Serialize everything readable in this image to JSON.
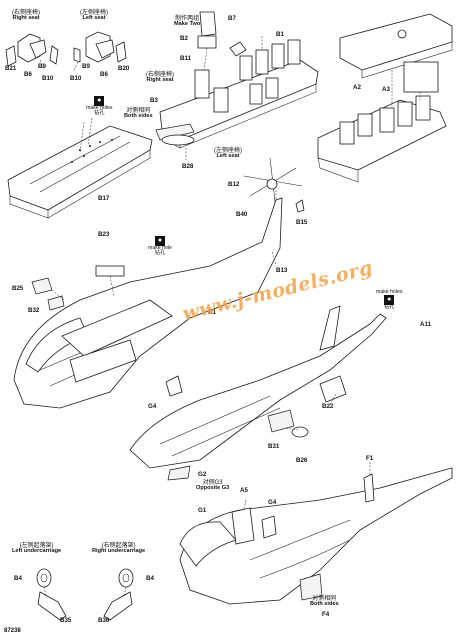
{
  "parts": {
    "b21": "B21",
    "b6_l": "B6",
    "b9_l": "B9",
    "b10_l": "B10",
    "b10_r": "B10",
    "b9_r": "B9",
    "b6_r": "B6",
    "b20": "B20",
    "b17": "B17",
    "b2": "B2",
    "b7": "B7",
    "b11": "B11",
    "b1": "B1",
    "b3": "B3",
    "b28": "B28",
    "a2": "A2",
    "a3": "A3",
    "b12": "B12",
    "b40": "B40",
    "b15": "B15",
    "b23": "B23",
    "b25": "B25",
    "b32": "B32",
    "a1": "A1",
    "b13": "B13",
    "a11": "A11",
    "g4_a": "G4",
    "b22": "B22",
    "b31": "B31",
    "b26": "B26",
    "g2": "G2",
    "f1": "F1",
    "g1": "G1",
    "a5": "A5",
    "g4_b": "G4",
    "f4": "F4",
    "b4_l": "B4",
    "b35": "B35",
    "b4_r": "B4",
    "b36": "B36"
  },
  "captions": {
    "right_seat_top_cn": "(右侧座椅)",
    "right_seat_top_en": "Right seat",
    "left_seat_top_cn": "(左侧座椅)",
    "left_seat_top_en": "Left seat",
    "make_two_cn": "制作两组",
    "make_two_en": "Make Two",
    "right_seat_mid_cn": "(右侧座椅)",
    "right_seat_mid_en": "Right seat",
    "both_sides_1_cn": "对侧相同",
    "both_sides_1_en": "Both sides",
    "left_seat_mid_cn": "(左侧座椅)",
    "left_seat_mid_en": "Left seat",
    "make_holes_1_en": "make holes",
    "make_holes_1_cn": "钻孔",
    "make_hole_2_en": "make hole",
    "make_hole_2_cn": "钻孔",
    "make_holes_3_en": "make holes",
    "make_holes_3_cn": "钻孔",
    "opposite_cn": "对侧G3",
    "opposite_en": "Opposite G3",
    "both_sides_2_cn": "对侧相同",
    "both_sides_2_en": "Both sides",
    "left_uc_cn": "(左侧起落架)",
    "left_uc_en": "Left undercarriage",
    "right_uc_cn": "(右侧起落架)",
    "right_uc_en": "Right undercarriage"
  },
  "watermark": "www.j-models.org",
  "footer": "87238"
}
